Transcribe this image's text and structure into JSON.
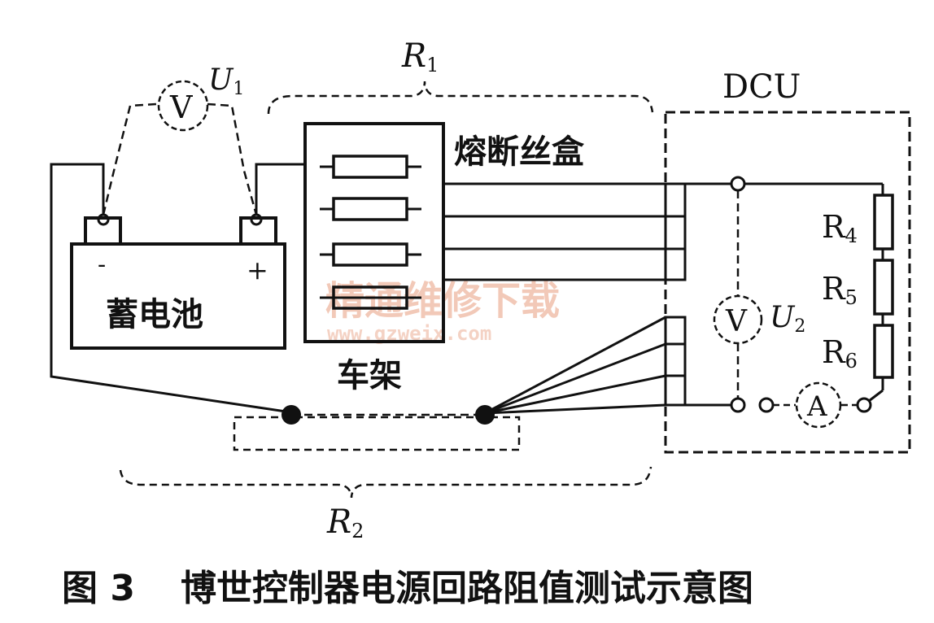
{
  "diagram": {
    "battery": {
      "label": "蓄电池",
      "minus": "-",
      "plus": "+"
    },
    "fuse_box": {
      "label": "熔断丝盒"
    },
    "frame": {
      "label": "车架"
    },
    "dcu": {
      "label": "DCU"
    },
    "meters": {
      "v1": {
        "symbol": "V",
        "label_main": "U",
        "label_sub": "1"
      },
      "v2": {
        "symbol": "V",
        "label_main": "U",
        "label_sub": "2"
      },
      "a": {
        "symbol": "A"
      }
    },
    "brace_top": {
      "label_main": "R",
      "label_sub": "1"
    },
    "brace_bottom": {
      "label_main": "R",
      "label_sub": "2"
    },
    "resistors": [
      {
        "main": "R",
        "sub": "4"
      },
      {
        "main": "R",
        "sub": "5"
      },
      {
        "main": "R",
        "sub": "6"
      }
    ],
    "watermark": {
      "line1": "精通维修下载",
      "line2": "www.gzweix.com"
    }
  },
  "caption": {
    "figure_no": "图 3",
    "title": "博世控制器电源回路阻值测试示意图"
  }
}
